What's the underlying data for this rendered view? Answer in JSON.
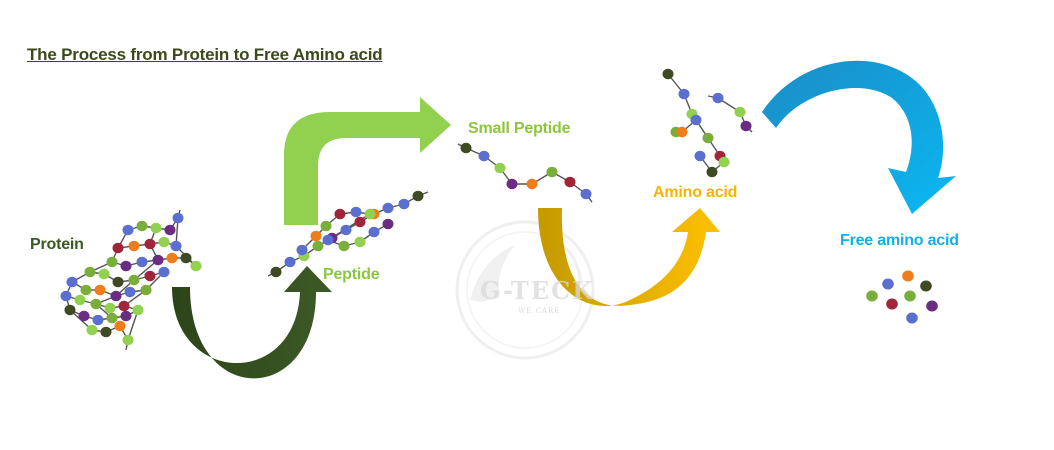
{
  "title": "The Process from Protein to Free Amino acid",
  "labels": {
    "protein": "Protein",
    "peptide": "Peptide",
    "small_peptide": "Small Peptide",
    "amino_acid": "Amino acid",
    "free_amino_acid": "Free amino acid"
  },
  "watermark": {
    "text": "G-TECK",
    "subtext": "WE CARE"
  },
  "colors": {
    "dark_green": "#3b5323",
    "light_green": "#92d050",
    "olive": "#7aae3a",
    "purple": "#6a2d82",
    "blue": "#5b6fd0",
    "orange": "#f07c1a",
    "dark_red": "#a0243a",
    "dark_olive": "#3f4a24",
    "gold_dark": "#c79a00",
    "gold": "#ffc000",
    "arrow_blue_dark": "#1a8fc9",
    "arrow_blue": "#00b0f0"
  }
}
